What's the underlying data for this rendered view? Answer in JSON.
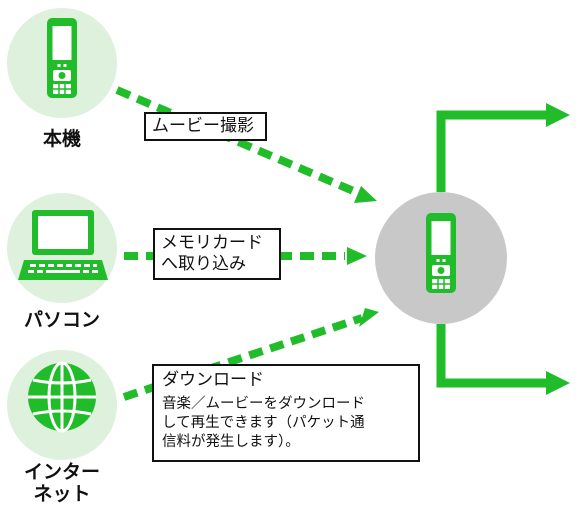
{
  "colors": {
    "green": "#21bc2a",
    "dark_green": "#0a8a16",
    "pale_green": "#ddf1dc",
    "grey": "#c8c8c8"
  },
  "sources": {
    "phone": {
      "label": "本機",
      "icon": "mobile-phone-icon"
    },
    "pc": {
      "label": "パソコン",
      "icon": "laptop-icon"
    },
    "internet": {
      "label_line1": "インター",
      "label_line2": "ネット",
      "icon": "globe-icon"
    }
  },
  "target": {
    "icon": "mobile-phone-icon"
  },
  "labels": {
    "movie_shoot": "ムービー撮影",
    "memory_line1": "メモリカード",
    "memory_line2": "へ取り込み",
    "download_title": "ダウンロード",
    "download_desc_line1": "音楽／ムービーをダウンロード",
    "download_desc_line2": "して再生できます（パケット通",
    "download_desc_line3": "信料が発生します）。"
  }
}
